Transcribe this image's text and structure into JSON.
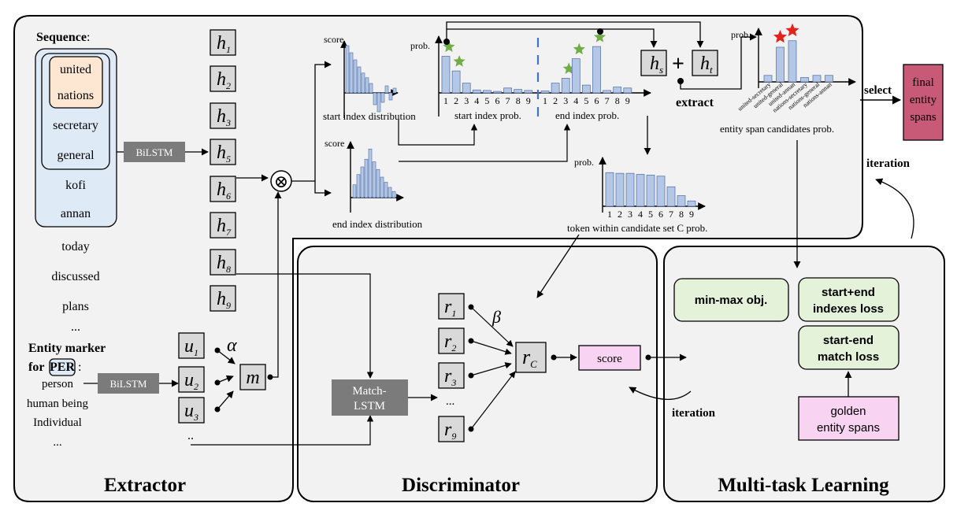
{
  "sequence": {
    "heading": "Sequence",
    "heading_colon": ":",
    "tokens": [
      "united",
      "nations",
      "secretary",
      "general",
      "kofi",
      "annan",
      "today",
      "discussed",
      "plans",
      "..."
    ]
  },
  "entity_marker": {
    "line1": "Entity marker",
    "for_prefix": "for",
    "tag": "PER",
    "tag_suffix": ":",
    "items": [
      "person",
      "human being",
      "Individual",
      "..."
    ]
  },
  "bilstm_label": "BiLSTM",
  "hidden_states": {
    "symbol": "h",
    "subscripts": [
      "1",
      "2",
      "3",
      "5",
      "6",
      "7",
      "8",
      "9"
    ]
  },
  "marker_states": {
    "symbol": "u",
    "subscripts": [
      "1",
      "2",
      "3"
    ],
    "ellipsis": "..",
    "alpha": "α",
    "m": "m"
  },
  "tensor_op": "⊗",
  "distributions": {
    "score_label": "score",
    "start_caption": "start index distribution",
    "end_caption": "end index distribution"
  },
  "index_prob": {
    "prob_label": "prob.",
    "start_caption": "start index prob.",
    "end_caption": "end index prob.",
    "start_ticks": [
      "1",
      "2",
      "3",
      "4",
      "5",
      "6",
      "7",
      "8",
      "9"
    ],
    "end_ticks": [
      "1",
      "2",
      "3",
      "4",
      "5",
      "6",
      "7",
      "8",
      "9"
    ]
  },
  "span_rep": {
    "hs": "h",
    "hs_sub": "s",
    "plus": "+",
    "ht": "h",
    "ht_sub": "t",
    "extract": "extract"
  },
  "candidates": {
    "prob_label": "prob.",
    "caption": "entity span candidates prob.",
    "labels": [
      "united-secretary",
      "united-general",
      "united-annan",
      "nations-secretary",
      "nations-general",
      "nations-annan"
    ]
  },
  "select_label": "select",
  "final_box": [
    "final",
    "entity",
    "spans"
  ],
  "iteration_label": "iteration",
  "token_prob": {
    "prob_label": "prob.",
    "caption": "token within candidate set C prob.",
    "ticks": [
      "1",
      "2",
      "3",
      "4",
      "5",
      "6",
      "7",
      "8",
      "9"
    ]
  },
  "discriminator": {
    "match_lstm": [
      "Match-",
      "LSTM"
    ],
    "r_symbol": "r",
    "r_subscripts": [
      "1",
      "2",
      "3",
      "9"
    ],
    "ellipsis": "...",
    "beta": "β",
    "rc": "r",
    "rc_sub": "C",
    "score": "score",
    "iteration": "iteration"
  },
  "multitask": {
    "minmax": "min-max obj.",
    "loss1": [
      "start+end",
      "indexes loss"
    ],
    "loss2": [
      "start-end",
      "match loss"
    ],
    "golden": [
      "golden",
      "entity spans"
    ]
  },
  "panel_titles": {
    "extractor": "Extractor",
    "discriminator": "Discriminator",
    "multitask": "Multi-task Learning"
  },
  "chart_data": [
    {
      "type": "bar",
      "title": "start index distribution",
      "ylabel": "score",
      "values": [
        1.0,
        0.85,
        0.7,
        0.55,
        0.42,
        0.32,
        0.2,
        -0.25,
        -0.4,
        -0.2,
        0.15,
        -0.15,
        0.1
      ]
    },
    {
      "type": "bar",
      "title": "end index distribution",
      "ylabel": "score",
      "values": [
        0.25,
        0.45,
        0.6,
        0.75,
        0.95,
        0.7,
        0.55,
        0.4,
        0.3,
        0.2,
        0.12
      ]
    },
    {
      "type": "bar",
      "title": "start index prob.",
      "ylabel": "prob.",
      "categories": [
        "1",
        "2",
        "3",
        "4",
        "5",
        "6",
        "7",
        "8",
        "9"
      ],
      "values": [
        0.75,
        0.45,
        0.2,
        0.06,
        0.05,
        0.03,
        0.1,
        0.07,
        0.05
      ],
      "highlighted": [
        "1",
        "2"
      ]
    },
    {
      "type": "bar",
      "title": "end index prob.",
      "ylabel": "prob.",
      "categories": [
        "1",
        "2",
        "3",
        "4",
        "5",
        "6",
        "7",
        "8",
        "9"
      ],
      "values": [
        0.04,
        0.2,
        0.3,
        0.7,
        0.16,
        0.95,
        0.05,
        0.12,
        0.1
      ],
      "highlighted": [
        "3",
        "4",
        "6"
      ]
    },
    {
      "type": "bar",
      "title": "entity span candidates prob.",
      "ylabel": "prob.",
      "categories": [
        "united-secretary",
        "united-general",
        "united-annan",
        "nations-secretary",
        "nations-general",
        "nations-annan"
      ],
      "values": [
        0.15,
        0.8,
        0.95,
        0.1,
        0.15,
        0.15
      ],
      "highlighted": [
        "united-general",
        "united-annan"
      ]
    },
    {
      "type": "bar",
      "title": "token within candidate set C prob.",
      "ylabel": "prob.",
      "categories": [
        "1",
        "2",
        "3",
        "4",
        "5",
        "6",
        "7",
        "8",
        "9"
      ],
      "values": [
        0.95,
        0.93,
        0.93,
        0.9,
        0.88,
        0.85,
        0.55,
        0.3,
        0.15
      ]
    }
  ]
}
